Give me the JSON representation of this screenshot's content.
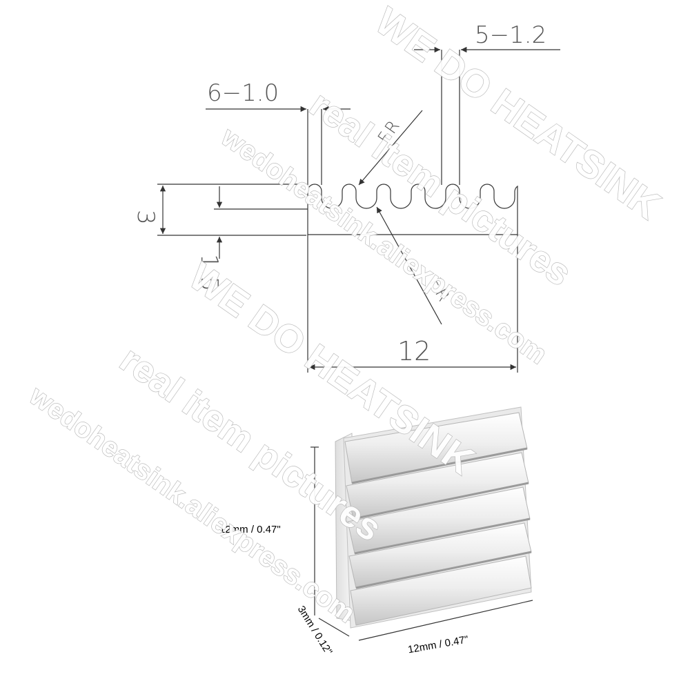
{
  "drawing": {
    "fin_spacing": "5−1.2",
    "fin_width": "6−1.0",
    "fillet_top": "F.R",
    "fillet_bottom": "F.R",
    "height_total": "3",
    "base_height": "1.5",
    "width": "12"
  },
  "product": {
    "height_label": "12mm / 0.47\"",
    "width_label": "12mm / 0.47\"",
    "thickness_label": "3mm / 0.12\""
  },
  "watermarks": {
    "brand": "WE DO HEATSINK",
    "claim": "real item pictures",
    "url": "wedoheatsink.aliexpress.com"
  },
  "colors": {
    "line": "#333333",
    "watermark_outline": "#b8b8b8",
    "aluminum_light": "#f4f4f4",
    "aluminum_dark": "#c9c9c9"
  }
}
